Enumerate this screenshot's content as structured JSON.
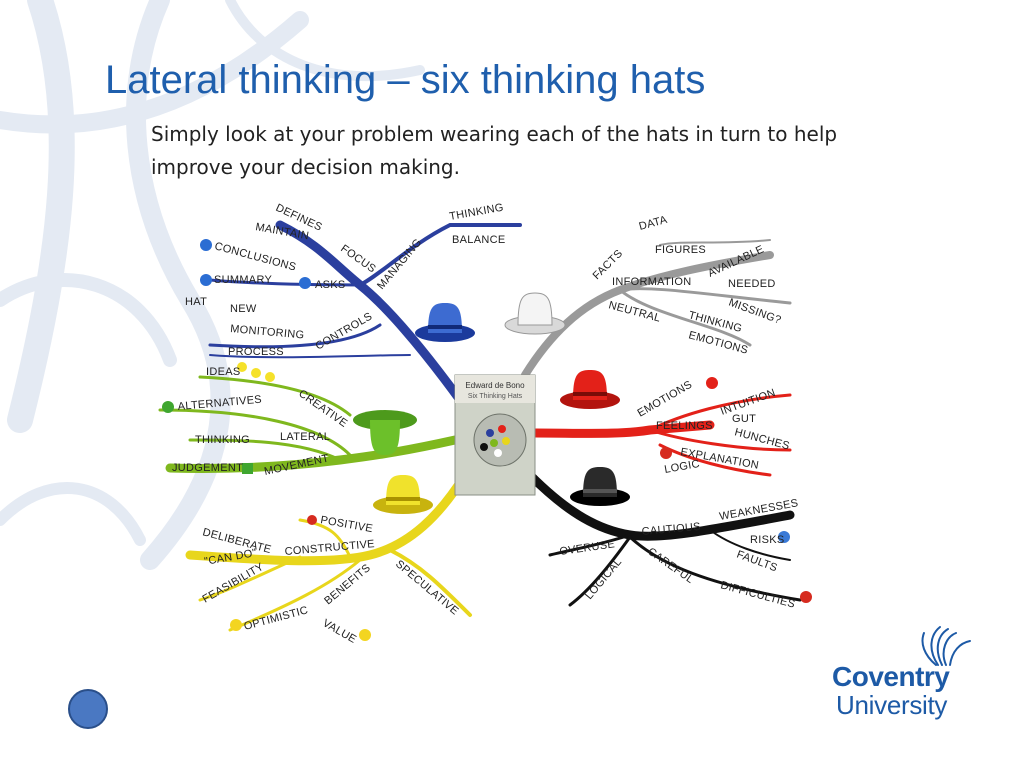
{
  "slide": {
    "title": "Lateral thinking – six thinking hats",
    "subtitle": "Simply look at your problem wearing each of the hats in turn to help improve your decision making.",
    "colors": {
      "title": "#1f5fad",
      "blue": "#2b3f9e",
      "white": "#9a9a9a",
      "red": "#e32119",
      "green": "#7fb81e",
      "yellow": "#e8d61c",
      "black": "#111111"
    }
  },
  "book": {
    "author": "Edward de Bono",
    "title": "Six Thinking Hats"
  },
  "mindmap": {
    "blue": {
      "labels": [
        "DEFINES",
        "MAINTAIN",
        "FOCUS",
        "CONCLUSIONS",
        "SUMMARY",
        "ASKS",
        "HAT",
        "NEW",
        "MONITORING",
        "CONTROLS",
        "PROCESS",
        "MANAGING",
        "THINKING",
        "BALANCE"
      ],
      "icon": "blue-hat-icon"
    },
    "white": {
      "labels": [
        "FACTS",
        "DATA",
        "FIGURES",
        "INFORMATION",
        "AVAILABLE",
        "NEEDED",
        "MISSING?",
        "NEUTRAL",
        "THINKING",
        "EMOTIONS"
      ],
      "icon": "white-hat-icon"
    },
    "red": {
      "labels": [
        "EMOTIONS",
        "FEELINGS",
        "INTUITION",
        "GUT",
        "HUNCHES",
        "EXPLANATION",
        "LOGIC"
      ],
      "icon": "red-hat-icon"
    },
    "green": {
      "labels": [
        "IDEAS",
        "CREATIVE",
        "ALTERNATIVES",
        "THINKING",
        "LATERAL",
        "JUDGEMENT",
        "MOVEMENT"
      ],
      "icon": "green-hat-icon"
    },
    "yellow": {
      "labels": [
        "POSITIVE",
        "DELIBERATE",
        "CONSTRUCTIVE",
        "\"CAN DO\"",
        "FEASIBILITY",
        "SPECULATIVE",
        "BENEFITS",
        "OPTIMISTIC",
        "VALUE"
      ],
      "icon": "yellow-hat-icon"
    },
    "black": {
      "labels": [
        "WEAKNESSES",
        "CAUTIOUS",
        "RISKS",
        "OVERUSE",
        "FAULTS",
        "LOGICAL",
        "CAREFUL",
        "DIFFICULTIES"
      ],
      "icon": "black-hat-icon"
    }
  },
  "logo": {
    "name": "Coventry",
    "sub": "University"
  }
}
